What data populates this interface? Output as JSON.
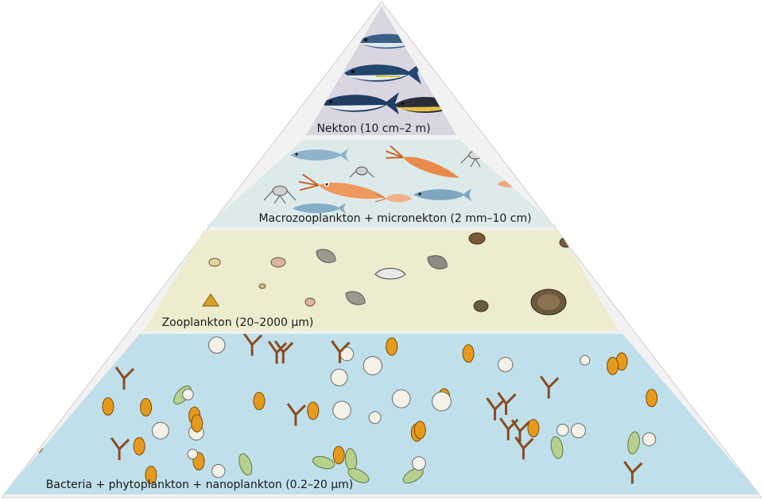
{
  "diagram": {
    "tiers": [
      {
        "id": "nekton",
        "label": "Nekton (10 cm–2 m)",
        "color": "#d9d6e2"
      },
      {
        "id": "macro",
        "label": "Macrozooplankton + micronekton (2 mm–10 cm)",
        "color": "#dcebea"
      },
      {
        "id": "zoo",
        "label": "Zooplankton (20–2000 μm)",
        "color": "#eeeccf"
      },
      {
        "id": "base",
        "label": "Bacteria + phytoplankton + nanoplankton (0.2–20 μm)",
        "color": "#bfe0ea"
      }
    ],
    "icons": {
      "fish": "tuna-fish-icon",
      "squid": "squid-icon",
      "shrimp": "shrimp-icon",
      "copepod": "copepod-icon",
      "diatom": "diatom-icon",
      "dinoflagellate": "dinoflagellate-icon"
    }
  }
}
